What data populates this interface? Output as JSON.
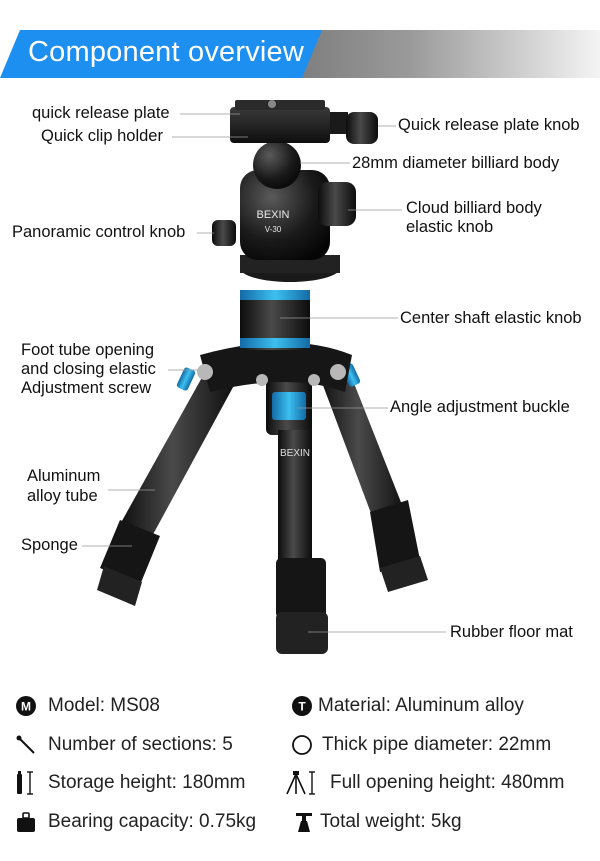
{
  "banner": {
    "title": "Component overview"
  },
  "product": {
    "brand": "BEXIN",
    "head_model": "V-30",
    "leg_brand": "BEXIN"
  },
  "labels": {
    "quick_release_plate": "quick release plate",
    "quick_clip_holder": "Quick clip holder",
    "quick_release_plate_knob": "Quick release plate knob",
    "billiard_body": "28mm diameter billiard body",
    "cloud_knob_line1": "Cloud billiard body",
    "cloud_knob_line2": "elastic knob",
    "panoramic_knob": "Panoramic control knob",
    "center_shaft_knob": "Center shaft elastic knob",
    "foot_screw_line1": "Foot tube opening",
    "foot_screw_line2": "and closing elastic",
    "foot_screw_line3": "Adjustment screw",
    "angle_buckle": "Angle adjustment buckle",
    "aluminum_line1": "Aluminum",
    "aluminum_line2": "alloy tube",
    "sponge": "Sponge",
    "rubber_mat": "Rubber floor mat"
  },
  "specs": [
    {
      "icon": "model-m-icon",
      "label": "Model: MS08"
    },
    {
      "icon": "material-t-icon",
      "label": "Material: Aluminum alloy"
    },
    {
      "icon": "sections-slash-icon",
      "label": "Number of sections: 5"
    },
    {
      "icon": "pipe-circle-icon",
      "label": "Thick pipe diameter: 22mm"
    },
    {
      "icon": "storage-height-icon",
      "label": "Storage height: 180mm"
    },
    {
      "icon": "full-height-tripod-icon",
      "label": "Full opening height: 480mm"
    },
    {
      "icon": "bearing-weight-icon",
      "label": "Bearing capacity: 0.75kg"
    },
    {
      "icon": "total-weight-icon",
      "label": "Total weight: 5kg"
    }
  ],
  "colors": {
    "accent": "#1d8ff0",
    "blue_ring": "#2aa7e0",
    "body": "#1a1a1a"
  }
}
